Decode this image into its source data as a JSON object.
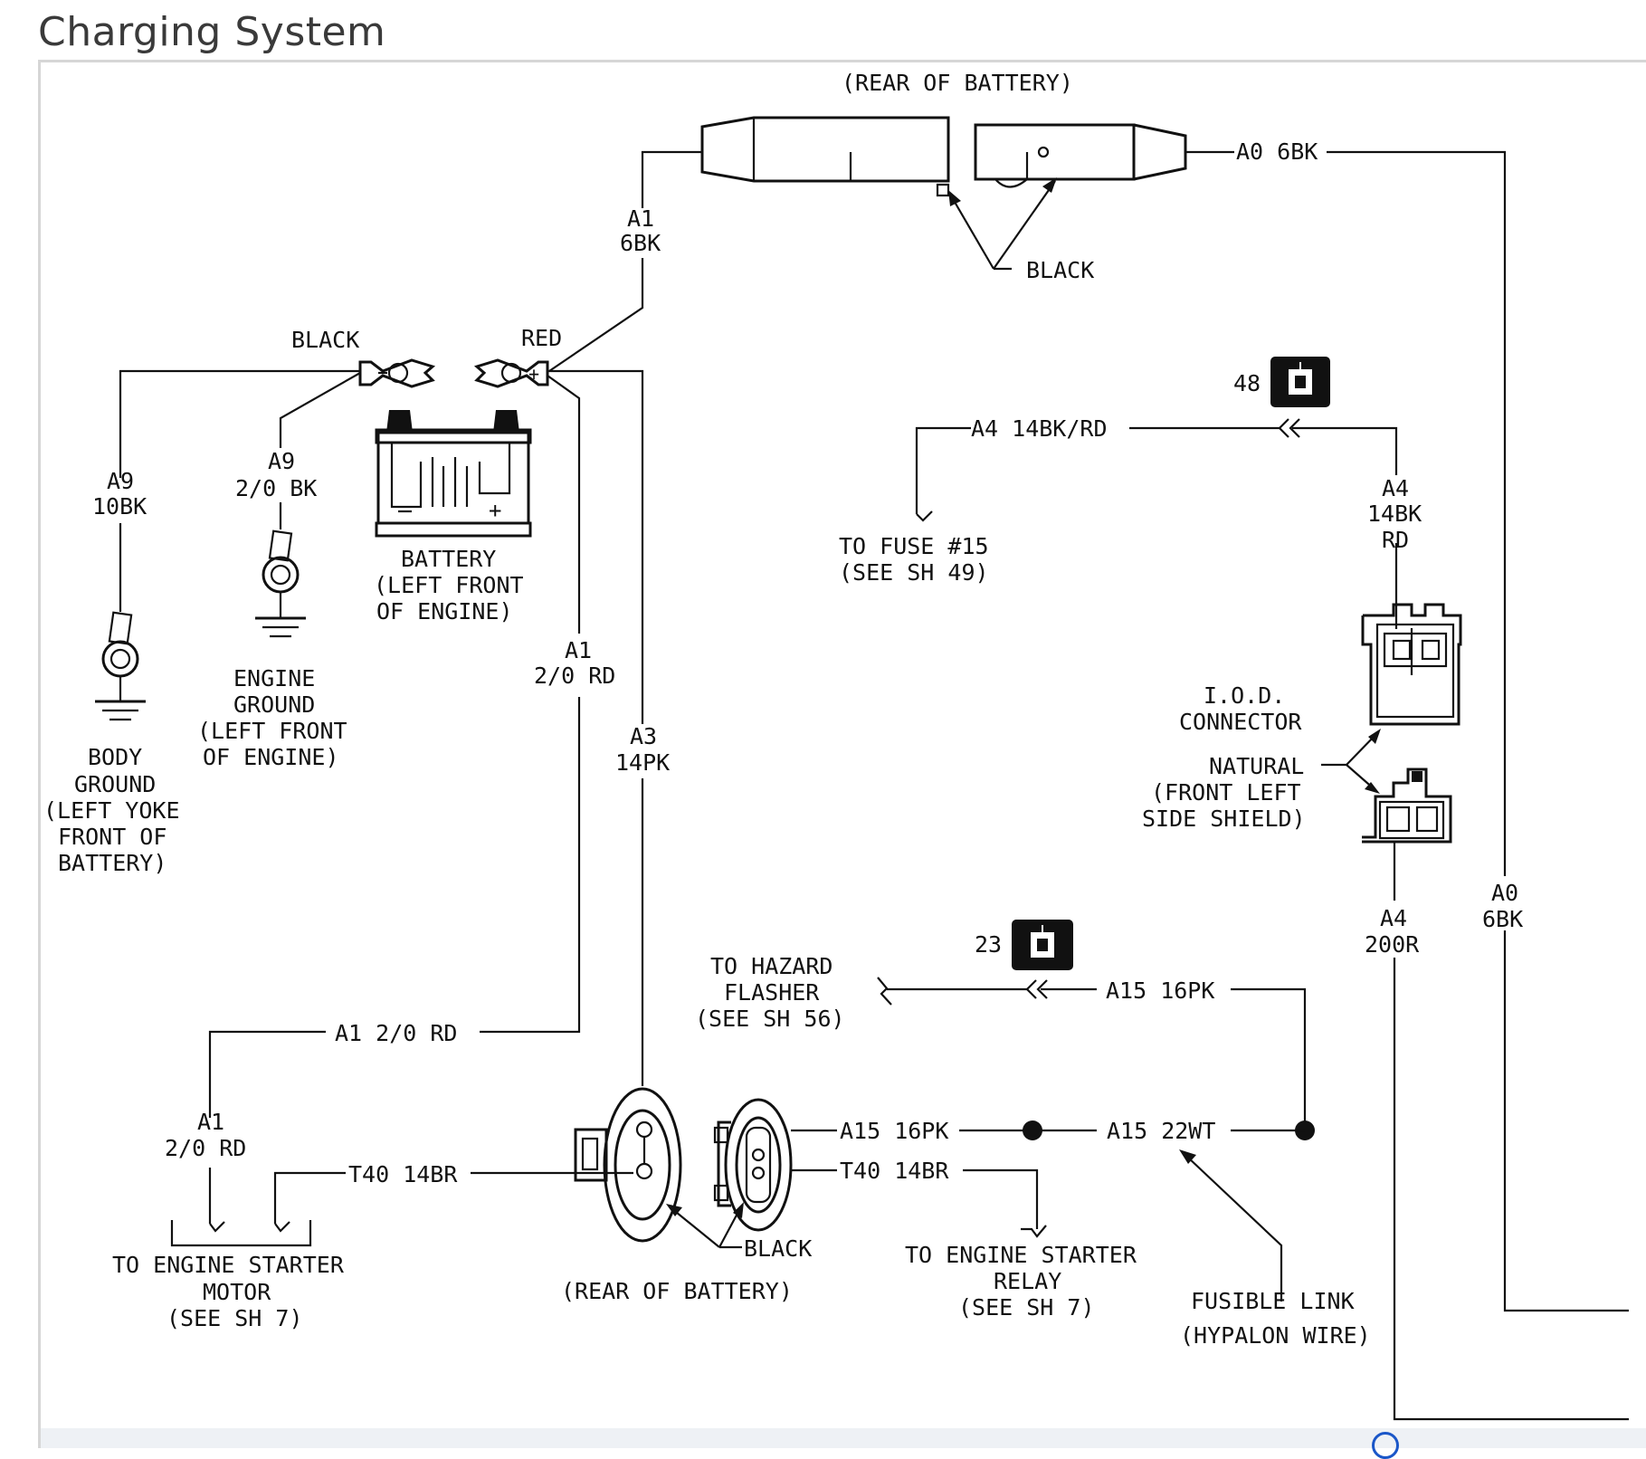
{
  "page": {
    "title": "Charging System"
  },
  "labels": {
    "rear_of_battery_top": "(REAR OF BATTERY)",
    "a0_6bk_top": "A0 6BK",
    "black_top": "BLACK",
    "a1": "A1",
    "sixbk": "6BK",
    "black_terminal": "BLACK",
    "red_terminal": "RED",
    "fourty_eight": "48",
    "a4_14bkrd": "A4 14BK/RD",
    "a9": "A9",
    "tenbk": "10BK",
    "a9_b": "A9",
    "two0bk": "2/0 BK",
    "battery_1": "BATTERY",
    "battery_2": "(LEFT FRONT",
    "battery_3": "OF ENGINE)",
    "fuse_1": "TO FUSE #15",
    "fuse_2": "(SEE SH 49)",
    "a4_r": "A4",
    "fourteen_bk": "14BK",
    "rd": "RD",
    "engine_ground_1": "ENGINE",
    "engine_ground_2": "GROUND",
    "engine_ground_3": "(LEFT FRONT",
    "engine_ground_4": "OF ENGINE)",
    "a1_mid": "A1",
    "two0rd_mid": "2/0 RD",
    "a3": "A3",
    "fourteen_pk": "14PK",
    "iod_1": "I.O.D.",
    "iod_2": "CONNECTOR",
    "natural_1": "NATURAL",
    "natural_2": "(FRONT LEFT",
    "natural_3": "SIDE SHIELD)",
    "body_ground_1": "BODY",
    "body_ground_2": "GROUND",
    "body_ground_3": "(LEFT YOKE",
    "body_ground_4": "FRONT OF",
    "body_ground_5": "BATTERY)",
    "a4_low": "A4",
    "twenty0r": "200R",
    "a0_low": "A0",
    "sixbk_low": "6BK",
    "twenty_three": "23",
    "hazard_1": "TO HAZARD",
    "hazard_2": "FLASHER",
    "hazard_3": "(SEE SH 56)",
    "a15_16pk_top": "A15 16PK",
    "a1_2_0_rd": "A1 2/0 RD",
    "a1_low": "A1",
    "two0rd_low": "2/0 RD",
    "t40_14br_left": "T40 14BR",
    "a15_16pk_bottom": "A15 16PK",
    "a15_22wt": "A15 22WT",
    "t40_14br_right": "T40 14BR",
    "black_bottom": "BLACK",
    "starter_motor_1": "TO ENGINE STARTER",
    "starter_motor_2": "MOTOR",
    "starter_motor_3": "(SEE SH 7)",
    "rear_of_battery_bottom": "(REAR OF BATTERY)",
    "starter_relay_1": "TO ENGINE STARTER",
    "starter_relay_2": "RELAY",
    "starter_relay_3": "(SEE SH 7)",
    "fusible_1": "FUSIBLE LINK",
    "fusible_2": "(HYPALON WIRE)"
  },
  "icons": {
    "zoom": "plus-circle-icon"
  }
}
